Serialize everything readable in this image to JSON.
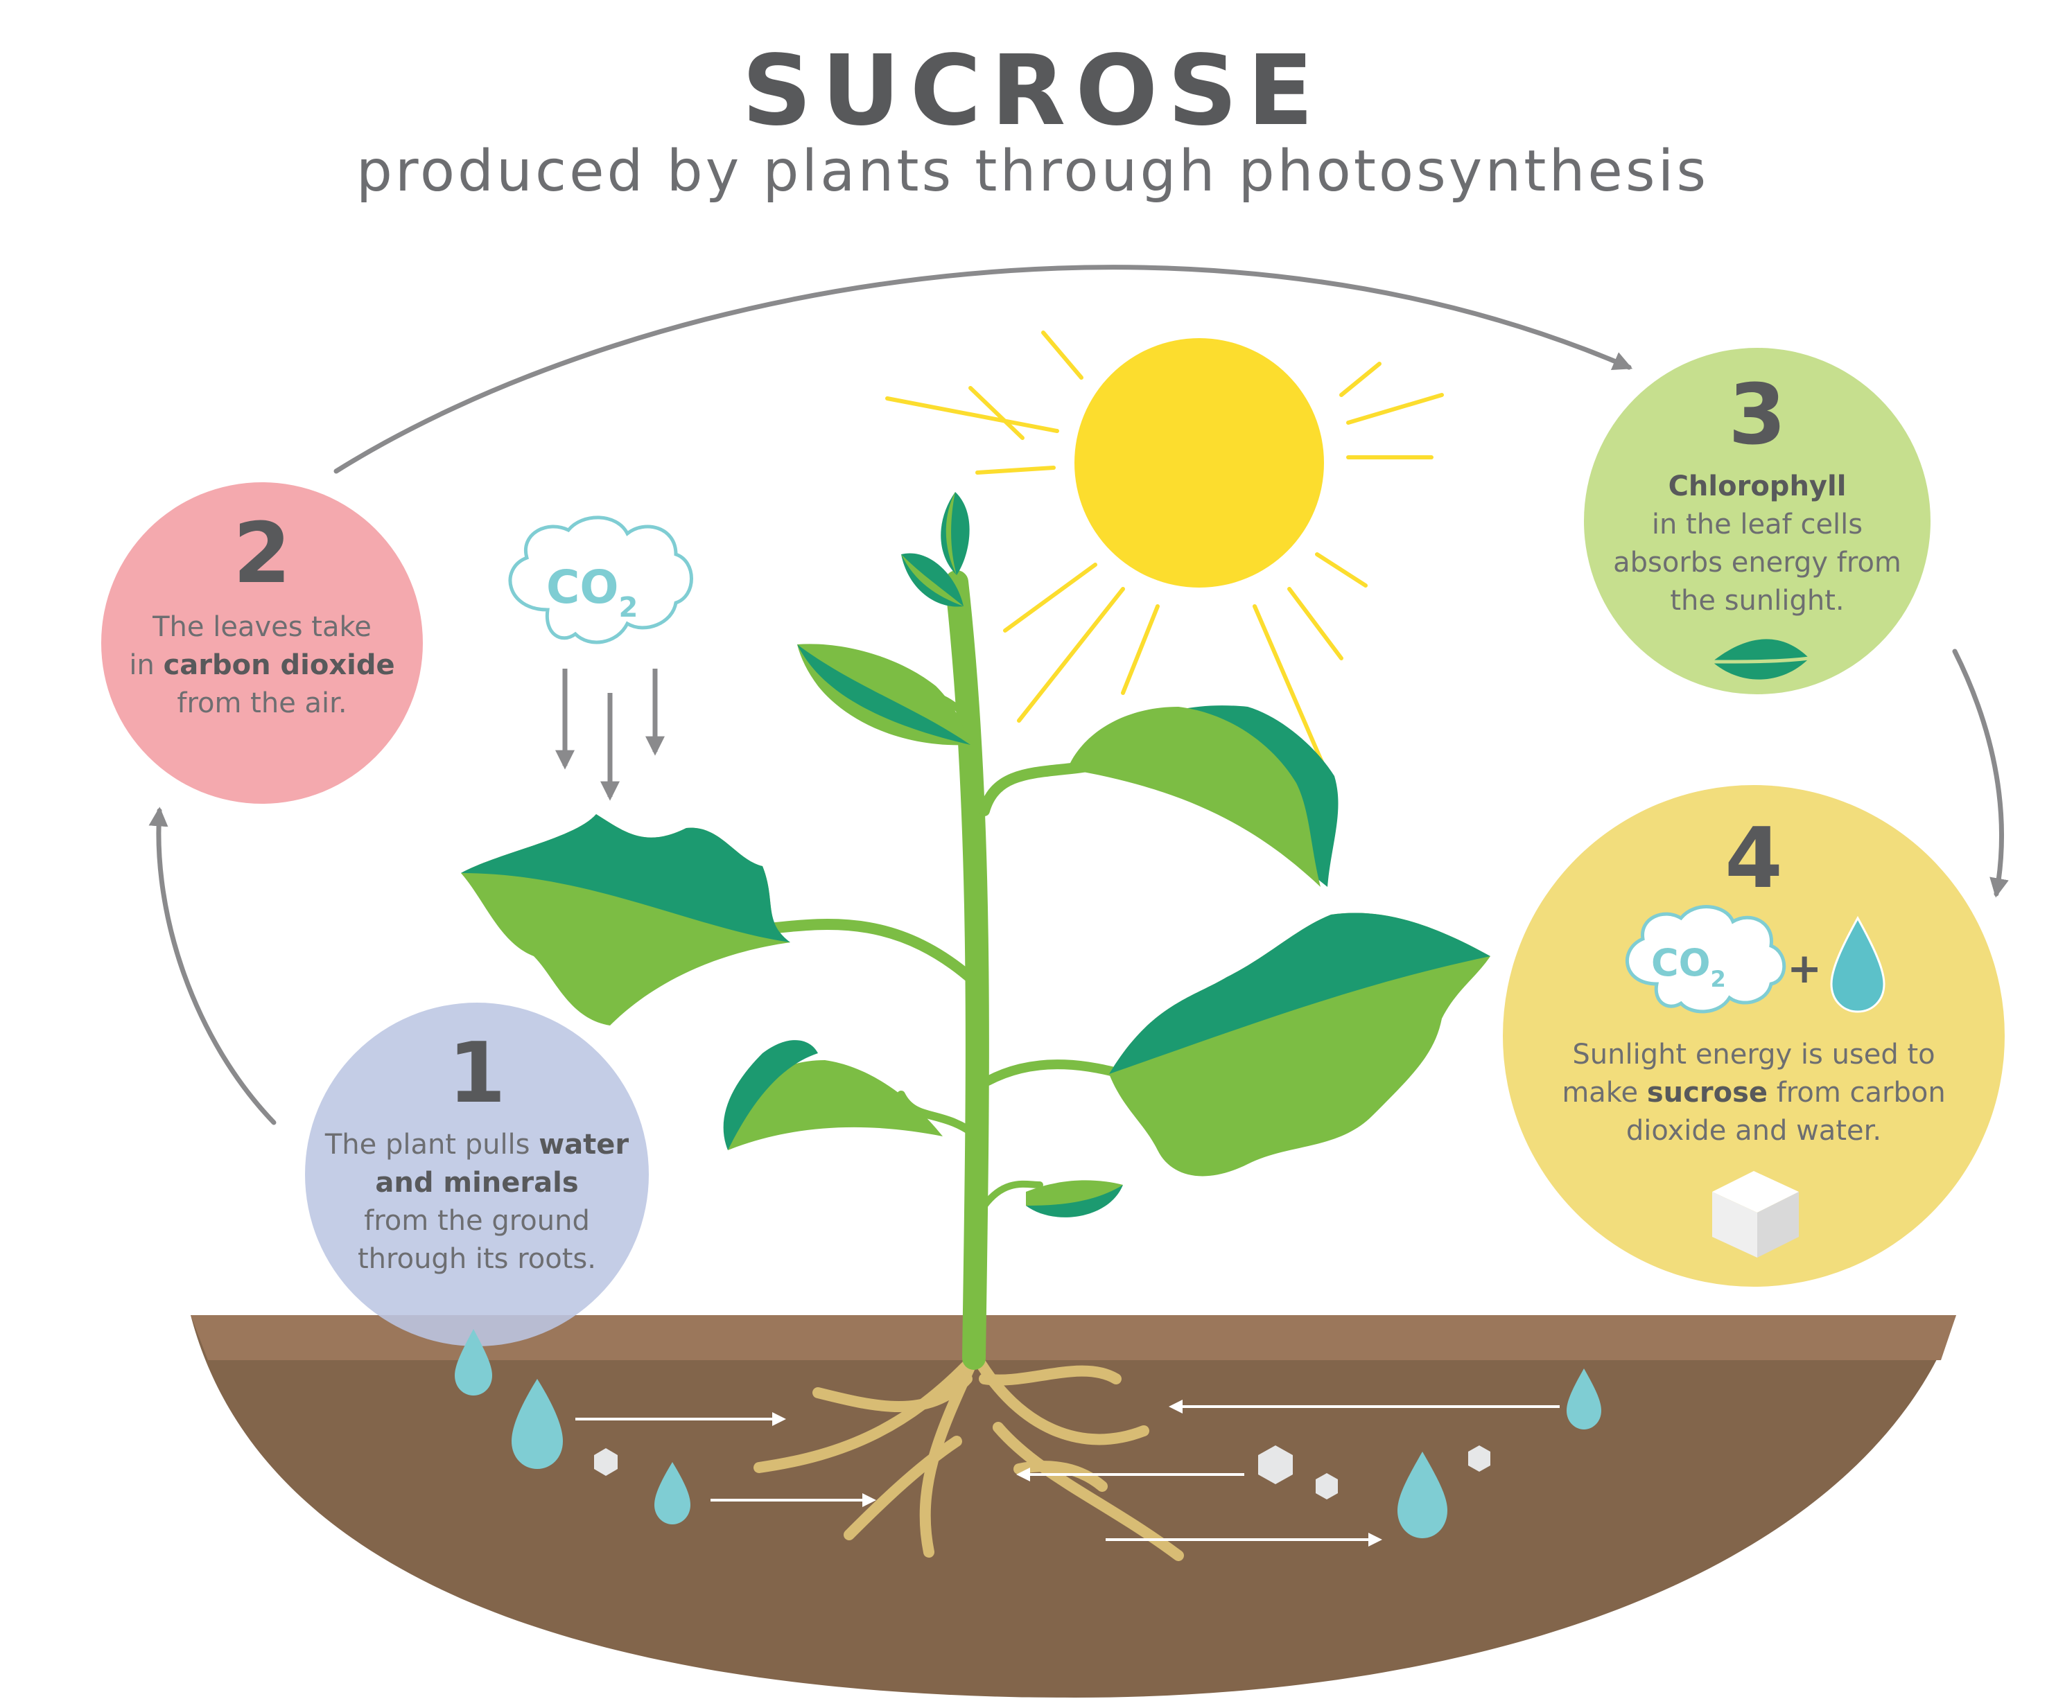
{
  "title": "SUCROSE",
  "subtitle": "produced by plants through photosynthesis",
  "colors": {
    "step1": "#c5cde3",
    "step2": "#f4a9ae",
    "step3": "#c6df8e",
    "step4": "#f2dd7c",
    "sun": "#fcdd2e",
    "soil_top": "#9b775b",
    "soil": "#82654b",
    "leaf_dark": "#1c9a70",
    "leaf_light": "#7cbd44",
    "water": "#7fcdd3",
    "co2": "#7fcdd3",
    "arrow": "#8a8a8c",
    "root": "#d8bc74"
  },
  "co2_cloud": {
    "text": "CO",
    "subscript": "2"
  },
  "steps": [
    {
      "number": "1",
      "lines": [
        [
          {
            "t": "The plant pulls ",
            "b": false
          },
          {
            "t": "water",
            "b": true
          }
        ],
        [
          {
            "t": "and minerals",
            "b": true
          }
        ],
        [
          {
            "t": "from the ground",
            "b": false
          }
        ],
        [
          {
            "t": "through its roots.",
            "b": false
          }
        ]
      ]
    },
    {
      "number": "2",
      "lines": [
        [
          {
            "t": "The leaves take",
            "b": false
          }
        ],
        [
          {
            "t": "in ",
            "b": false
          },
          {
            "t": "carbon dioxide",
            "b": true
          }
        ],
        [
          {
            "t": "from the air.",
            "b": false
          }
        ]
      ]
    },
    {
      "number": "3",
      "lines": [
        [
          {
            "t": "Chlorophyll",
            "b": true
          }
        ],
        [
          {
            "t": "in the leaf cells",
            "b": false
          }
        ],
        [
          {
            "t": "absorbs energy from",
            "b": false
          }
        ],
        [
          {
            "t": "the sunlight.",
            "b": false
          }
        ]
      ]
    },
    {
      "number": "4",
      "equation": {
        "co2": "CO",
        "subscript": "2",
        "plus": "+"
      },
      "lines": [
        [
          {
            "t": "Sunlight energy is used to",
            "b": false
          }
        ],
        [
          {
            "t": "make ",
            "b": false
          },
          {
            "t": "sucrose",
            "b": true
          },
          {
            "t": " from carbon",
            "b": false
          }
        ],
        [
          {
            "t": "dioxide and water.",
            "b": false
          }
        ]
      ]
    }
  ],
  "icons": [
    "sun-icon",
    "co2-cloud-icon",
    "leaf-icon",
    "water-drop-icon",
    "sugar-cube-icon",
    "mineral-hexagon-icon"
  ]
}
